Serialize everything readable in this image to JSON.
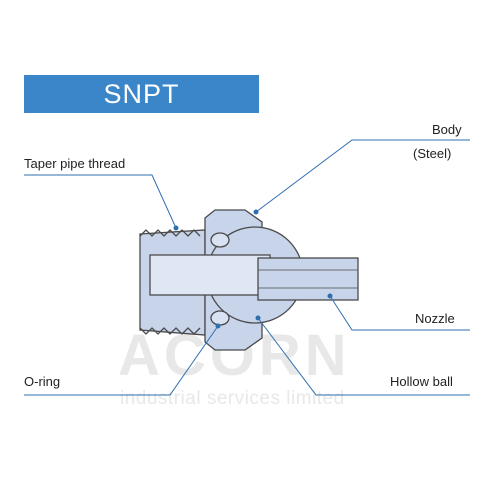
{
  "header": {
    "title": "SNPT"
  },
  "labels": {
    "body": "Body",
    "body_material": "(Steel)",
    "taper_pipe_thread": "Taper pipe thread",
    "nozzle": "Nozzle",
    "o_ring": "O-ring",
    "hollow_ball": "Hollow ball"
  },
  "watermark": {
    "brand": "ACORN",
    "tagline": "industrial services limited"
  },
  "colors": {
    "banner": "#3a86c8",
    "part_fill": "#c7d4ea",
    "part_stroke": "#4a4a4a",
    "leader_line": "#2f6fb0"
  }
}
